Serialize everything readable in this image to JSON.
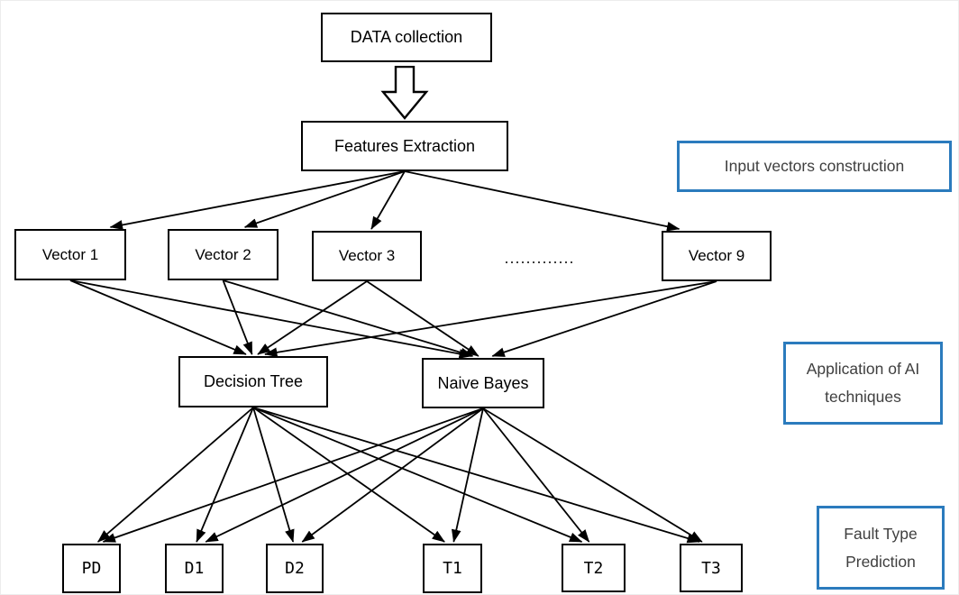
{
  "diagram": {
    "nodes": {
      "data_collection": {
        "label": "DATA collection"
      },
      "features_extraction": {
        "label": "Features Extraction"
      },
      "vector1": {
        "label": "Vector 1"
      },
      "vector2": {
        "label": "Vector 2"
      },
      "vector3": {
        "label": "Vector 3"
      },
      "vector_dots": {
        "label": "............."
      },
      "vector9": {
        "label": "Vector 9"
      },
      "decision_tree": {
        "label": "Decision Tree"
      },
      "naive_bayes": {
        "label": "Naive Bayes"
      },
      "pd": {
        "label": "PD"
      },
      "d1": {
        "label": "D1"
      },
      "d2": {
        "label": "D2"
      },
      "t1": {
        "label": "T1"
      },
      "t2": {
        "label": "T2"
      },
      "t3": {
        "label": "T3"
      }
    },
    "annotations": [
      {
        "label": "Input vectors construction"
      },
      {
        "label": "Application of AI techniques"
      },
      {
        "label": "Fault Type Prediction"
      }
    ],
    "edges": [
      {
        "from": "features_extraction",
        "to": "vector1"
      },
      {
        "from": "features_extraction",
        "to": "vector2"
      },
      {
        "from": "features_extraction",
        "to": "vector3"
      },
      {
        "from": "features_extraction",
        "to": "vector9"
      },
      {
        "from": "vector1",
        "to": "decision_tree"
      },
      {
        "from": "vector1",
        "to": "naive_bayes"
      },
      {
        "from": "vector2",
        "to": "decision_tree"
      },
      {
        "from": "vector2",
        "to": "naive_bayes"
      },
      {
        "from": "vector3",
        "to": "decision_tree"
      },
      {
        "from": "vector3",
        "to": "naive_bayes"
      },
      {
        "from": "vector9",
        "to": "decision_tree"
      },
      {
        "from": "vector9",
        "to": "naive_bayes"
      },
      {
        "from": "decision_tree",
        "to": "pd"
      },
      {
        "from": "decision_tree",
        "to": "d1"
      },
      {
        "from": "decision_tree",
        "to": "d2"
      },
      {
        "from": "decision_tree",
        "to": "t1"
      },
      {
        "from": "decision_tree",
        "to": "t2"
      },
      {
        "from": "decision_tree",
        "to": "t3"
      },
      {
        "from": "naive_bayes",
        "to": "pd"
      },
      {
        "from": "naive_bayes",
        "to": "d1"
      },
      {
        "from": "naive_bayes",
        "to": "d2"
      },
      {
        "from": "naive_bayes",
        "to": "t1"
      },
      {
        "from": "naive_bayes",
        "to": "t2"
      },
      {
        "from": "naive_bayes",
        "to": "t3"
      }
    ],
    "colors": {
      "background": "#ffffff",
      "node_border": "#000000",
      "arrow": "#000000",
      "annotation_border": "#2b7bbd",
      "annotation_text": "#3f3f3f"
    }
  }
}
